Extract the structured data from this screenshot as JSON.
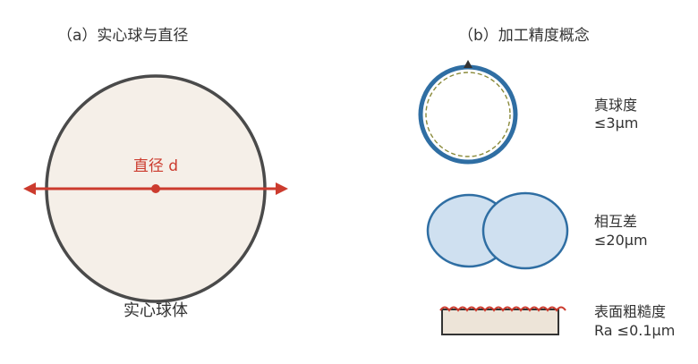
{
  "panel_a": {
    "title": "（a）实心球与直径",
    "diameter_label": "直径 d",
    "caption": "实心球体"
  },
  "panel_b": {
    "title": "（b）加工精度概念",
    "items": [
      {
        "name": "真球度",
        "value": "≤3μm"
      },
      {
        "name": "相互差",
        "value": "≤20μm"
      },
      {
        "name": "表面粗糙度",
        "value": "Ra ≤0.1μm"
      }
    ]
  },
  "colors": {
    "sphere_fill": "#f5efe8",
    "sphere_stroke": "#4a4a4a",
    "accent_red": "#cc3b2e",
    "ring_blue": "#2f6ea3",
    "ring_dash": "#8a8a3a",
    "blob_fill": "#cfe0f0",
    "blob_stroke": "#2f6ea3",
    "surface_fill": "#ede4d8",
    "text": "#333333"
  }
}
